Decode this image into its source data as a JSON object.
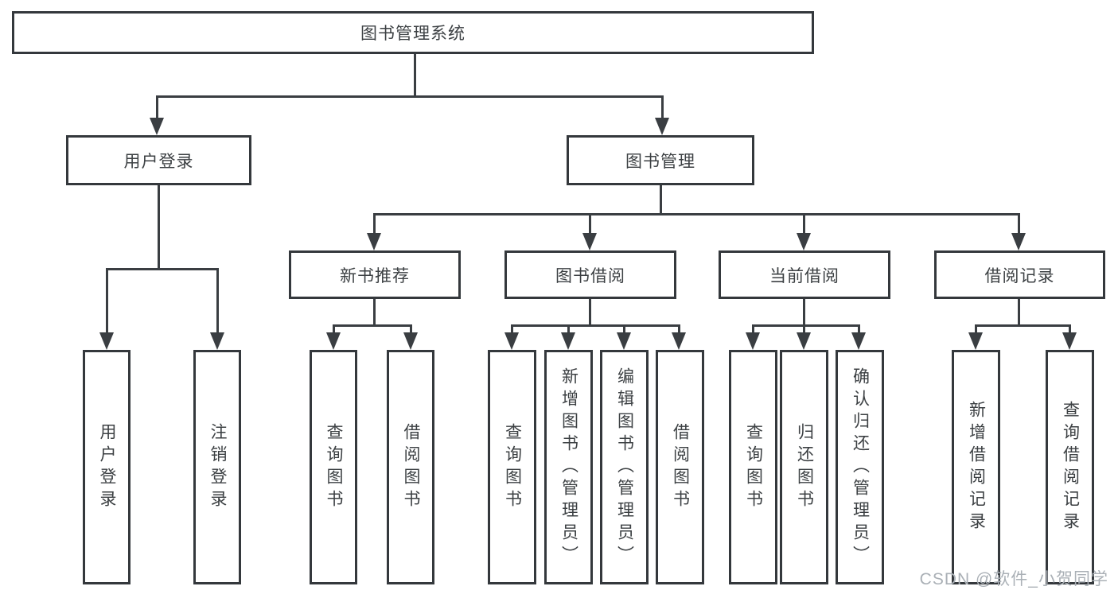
{
  "diagram": {
    "type": "hierarchy-tree",
    "root": {
      "label": "图书管理系统"
    },
    "level1": [
      {
        "label": "用户登录",
        "parent": "图书管理系统"
      },
      {
        "label": "图书管理",
        "parent": "图书管理系统"
      }
    ],
    "level2": [
      {
        "label": "新书推荐",
        "parent": "图书管理"
      },
      {
        "label": "图书借阅",
        "parent": "图书管理"
      },
      {
        "label": "当前借阅",
        "parent": "图书管理"
      },
      {
        "label": "借阅记录",
        "parent": "图书管理"
      }
    ],
    "leaves": [
      {
        "label": "用户登录",
        "parent": "用户登录"
      },
      {
        "label": "注销登录",
        "parent": "用户登录"
      },
      {
        "label": "查询图书",
        "parent": "新书推荐"
      },
      {
        "label": "借阅图书",
        "parent": "新书推荐"
      },
      {
        "label": "查询图书",
        "parent": "图书借阅"
      },
      {
        "label": "新增图书（管理员）",
        "parent": "图书借阅"
      },
      {
        "label": "编辑图书（管理员）",
        "parent": "图书借阅"
      },
      {
        "label": "借阅图书",
        "parent": "图书借阅"
      },
      {
        "label": "查询图书",
        "parent": "当前借阅"
      },
      {
        "label": "归还图书",
        "parent": "当前借阅"
      },
      {
        "label": "确认归还（管理员）",
        "parent": "当前借阅"
      },
      {
        "label": "新增借阅记录",
        "parent": "借阅记录"
      },
      {
        "label": "查询借阅记录",
        "parent": "借阅记录"
      }
    ]
  },
  "watermark": {
    "text": "CSDN @软件_小贺同学"
  },
  "colors": {
    "line": "#3a3e42",
    "box_border": "#34383c",
    "box_fill": "#ffffff",
    "text": "#3c4043",
    "background": "#ffffff",
    "watermark_text": "#aab0b6"
  }
}
